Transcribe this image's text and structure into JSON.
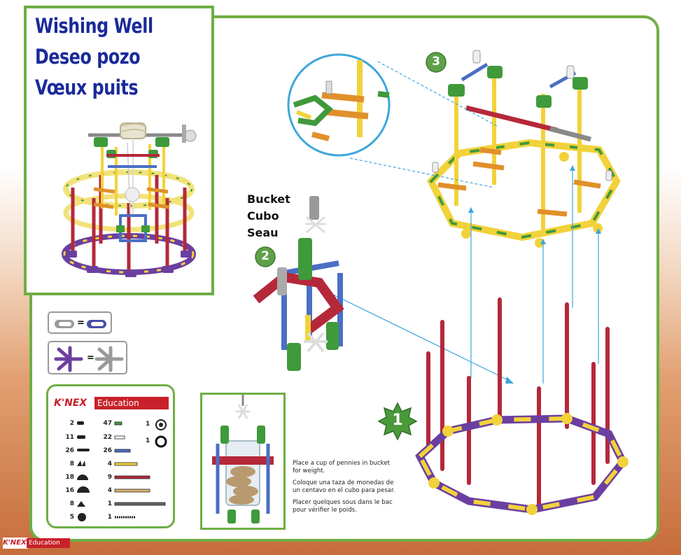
{
  "title": {
    "en": "Wishing Well",
    "es": "Deseo pozo",
    "fr": "Vœux puits"
  },
  "steps": {
    "one": "1",
    "two": "2",
    "three": "3"
  },
  "bucket_label": {
    "en": "Bucket",
    "es": "Cubo",
    "fr": "Seau"
  },
  "legend": {
    "equals_1": "=",
    "equals_2": "="
  },
  "brand": {
    "knex": "K'NEX",
    "education": "Education"
  },
  "parts": [
    {
      "count": "2",
      "icon": "connector-2way"
    },
    {
      "count": "11",
      "icon": "connector-3way"
    },
    {
      "count": "26",
      "icon": "connector-clip"
    },
    {
      "count": "8",
      "icon": "connector-5way"
    },
    {
      "count": "18",
      "icon": "connector-half"
    },
    {
      "count": "16",
      "icon": "connector-7way"
    },
    {
      "count": "8",
      "icon": "connector-4way"
    },
    {
      "count": "5",
      "icon": "connector-8way"
    }
  ],
  "rods": [
    {
      "count": "47",
      "icon": "rod-green"
    },
    {
      "count": "22",
      "icon": "rod-white"
    },
    {
      "count": "26",
      "icon": "rod-blue"
    },
    {
      "count": "4",
      "icon": "rod-yellow"
    },
    {
      "count": "9",
      "icon": "rod-red"
    },
    {
      "count": "4",
      "icon": "rod-grey"
    },
    {
      "count": "1",
      "icon": "rod-long-grey"
    },
    {
      "count": "1",
      "icon": "flexi-rod"
    }
  ],
  "extras": [
    {
      "count": "1",
      "icon": "wheel-icon"
    },
    {
      "count": "1",
      "icon": "tire-icon"
    }
  ],
  "note": {
    "en": "Place a cup of pennies in bucket for weight.",
    "es": "Coloque una taza de monedas de un centavo en el cubo para pesar.",
    "fr": "Placer quelques sous dans le bac pour vérifier le poids."
  },
  "footer": {
    "knex": "K'NEX",
    "education": "Education"
  },
  "colors": {
    "green_border": "#6fae45",
    "title_blue": "#1a2a9a",
    "rod_red": "#b5283a",
    "rod_yellow": "#f2d23a",
    "connector_green": "#3f9a3c",
    "connector_purple": "#6b3fa0",
    "connector_orange": "#e0902a",
    "rod_blue": "#4a6fc4"
  }
}
